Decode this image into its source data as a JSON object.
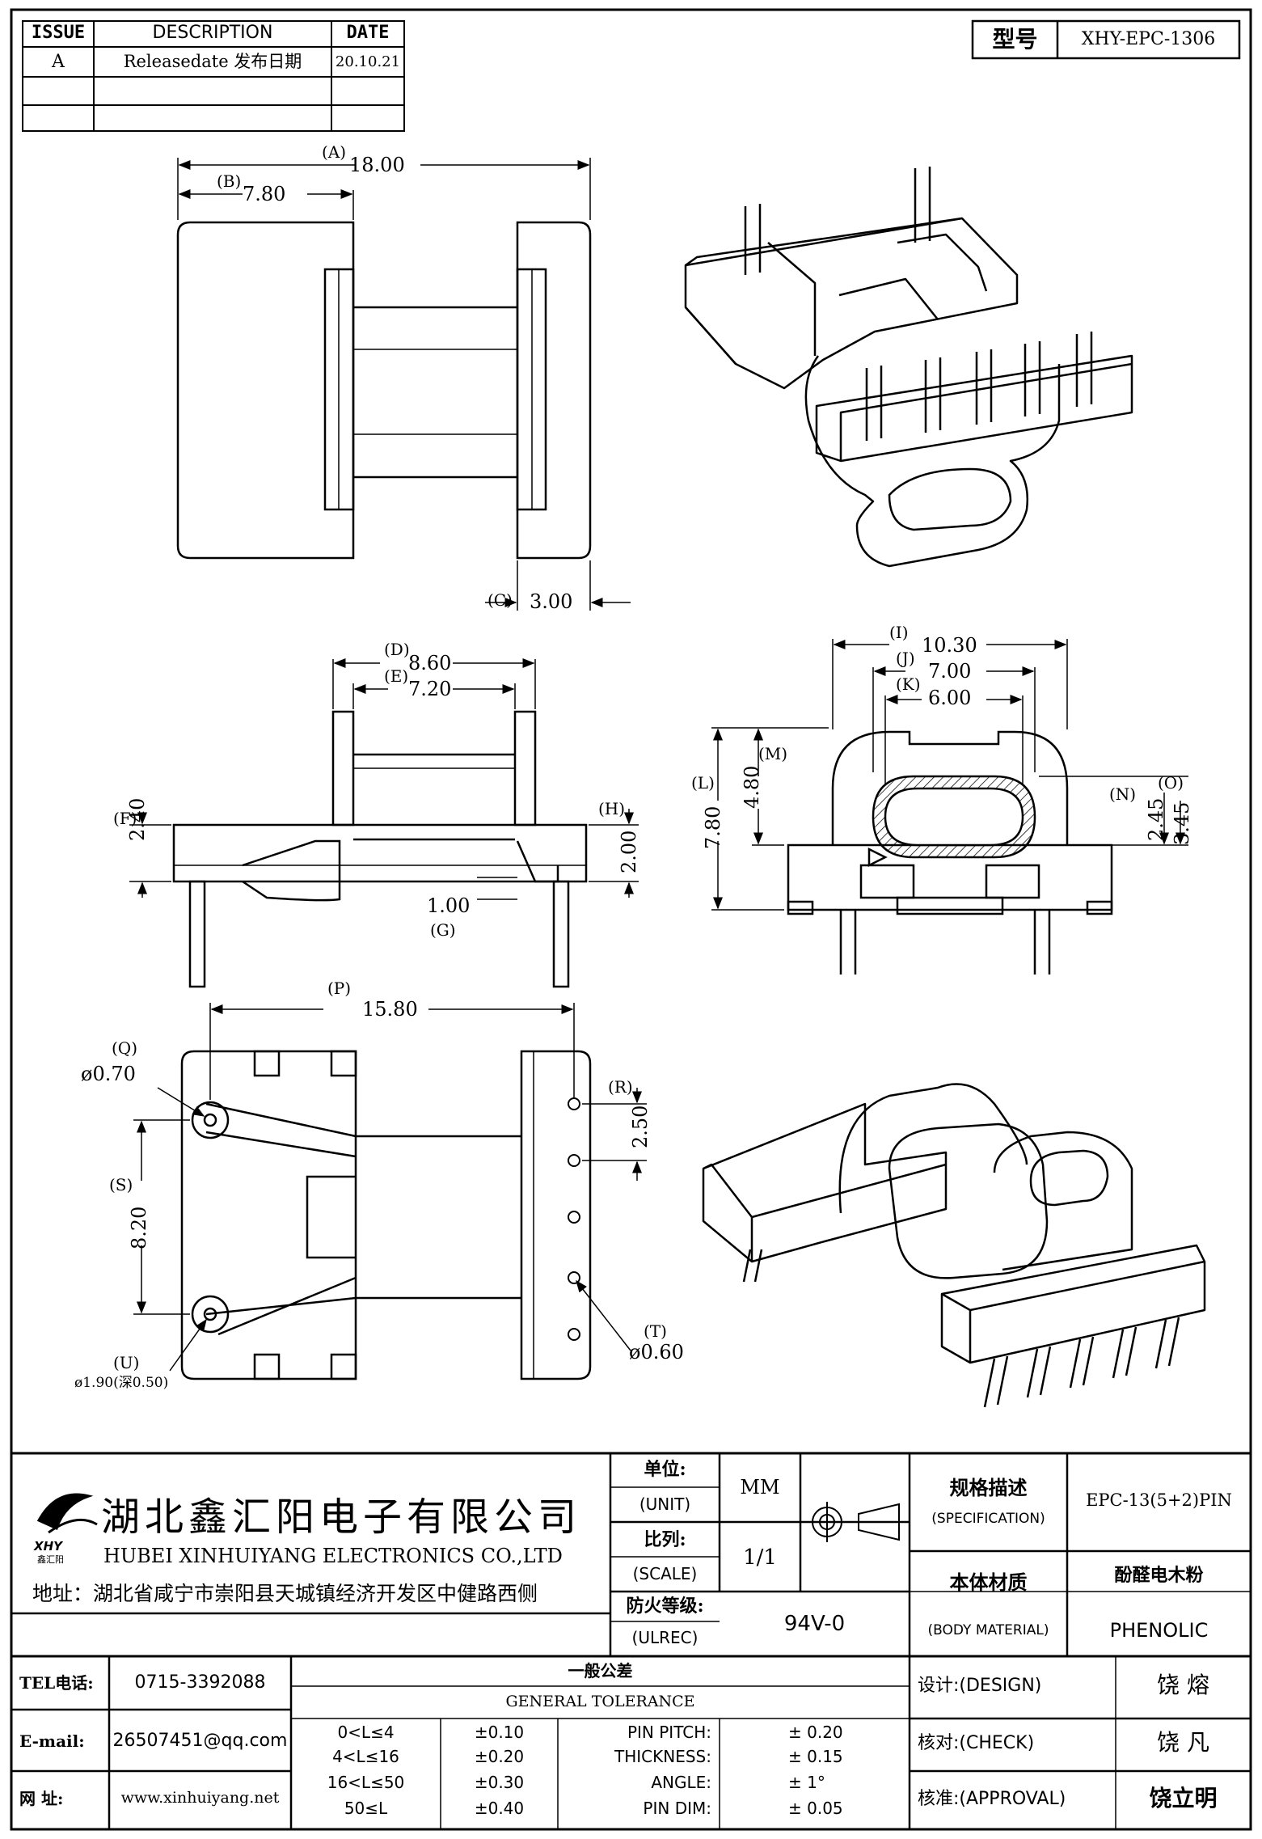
{
  "revision_table": {
    "headers": [
      "ISSUE",
      "DESCRIPTION",
      "DATE"
    ],
    "rows": [
      {
        "issue": "A",
        "description": "Releasedate 发布日期",
        "date": "20.10.21"
      }
    ]
  },
  "part": {
    "label": "型号",
    "number": "XHY-EPC-1306"
  },
  "dimensions": {
    "A": "18.00",
    "B": "7.80",
    "C": "3.00",
    "D": "8.60",
    "E": "7.20",
    "F": "2.40",
    "G": "1.00",
    "H": "2.00",
    "I": "10.30",
    "J": "7.00",
    "K": "6.00",
    "L": "7.80",
    "M": "4.80",
    "N": "2.45",
    "O": "3.45",
    "P": "15.80",
    "Q": "ø0.70",
    "R": "2.50",
    "S": "8.20",
    "T": "ø0.60",
    "U": "ø1.90(深0.50)"
  },
  "dimension_tags": {
    "A": "(A)",
    "B": "(B)",
    "C": "(C)",
    "D": "(D)",
    "E": "(E)",
    "F": "(F)",
    "G": "(G)",
    "H": "(H)",
    "I": "(I)",
    "J": "(J)",
    "K": "(K)",
    "L": "(L)",
    "M": "(M)",
    "N": "(N)",
    "O": "(O)",
    "P": "(P)",
    "Q": "(Q)",
    "R": "(R)",
    "S": "(S)",
    "T": "(T)",
    "U": "(U)"
  },
  "company": {
    "name_cn": "湖北鑫汇阳电子有限公司",
    "name_en": "HUBEI XINHUIYANG ELECTRONICS CO.,LTD",
    "logo_text": "XHY",
    "logo_sub": "鑫汇阳",
    "address": "地址：湖北省咸宁市崇阳县天城镇经济开发区中健路西侧"
  },
  "title_block": {
    "unit_cn": "单位:",
    "unit_en": "(UNIT)",
    "unit_value": "MM",
    "scale_cn": "比列:",
    "scale_en": "(SCALE)",
    "scale_value": "1/1",
    "ulrec_cn": "防火等级:",
    "ulrec_en": "(ULREC)",
    "ulrec_value": "94V-0",
    "spec_cn": "规格描述",
    "spec_en": "(SPECIFICATION)",
    "spec_value": "EPC-13(5+2)PIN",
    "material_cn": "本体材质",
    "material_en": "(BODY MATERIAL)",
    "material_value_cn": "酚醛电木粉",
    "material_value_en": "PHENOLIC"
  },
  "contact": {
    "tel_label": "TEL电话:",
    "tel": "0715-3392088",
    "email_label": "E-mail:",
    "email": "26507451@qq.com",
    "web_label": "网  址:",
    "web": "www.xinhuiyang.net"
  },
  "tolerance": {
    "title_cn": "一般公差",
    "title_en": "GENERAL TOLERANCE",
    "ranges": [
      {
        "range": "0<L≤4",
        "tol": "±0.10"
      },
      {
        "range": "4<L≤16",
        "tol": "±0.20"
      },
      {
        "range": "16<L≤50",
        "tol": "±0.30"
      },
      {
        "range": "50≤L",
        "tol": "±0.40"
      }
    ],
    "other": [
      {
        "name": "PIN PITCH:",
        "tol": "±  0.20"
      },
      {
        "name": "THICKNESS:",
        "tol": "±  0.15"
      },
      {
        "name": "ANGLE:",
        "tol": "±  1°"
      },
      {
        "name": "PIN DIM:",
        "tol": "±  0.05"
      }
    ]
  },
  "approvals": [
    {
      "label": "设计:(DESIGN)",
      "name": "饶  熔"
    },
    {
      "label": "核对:(CHECK)",
      "name": "饶  凡"
    },
    {
      "label": "核准:(APPROVAL)",
      "name": "饶立明"
    }
  ]
}
